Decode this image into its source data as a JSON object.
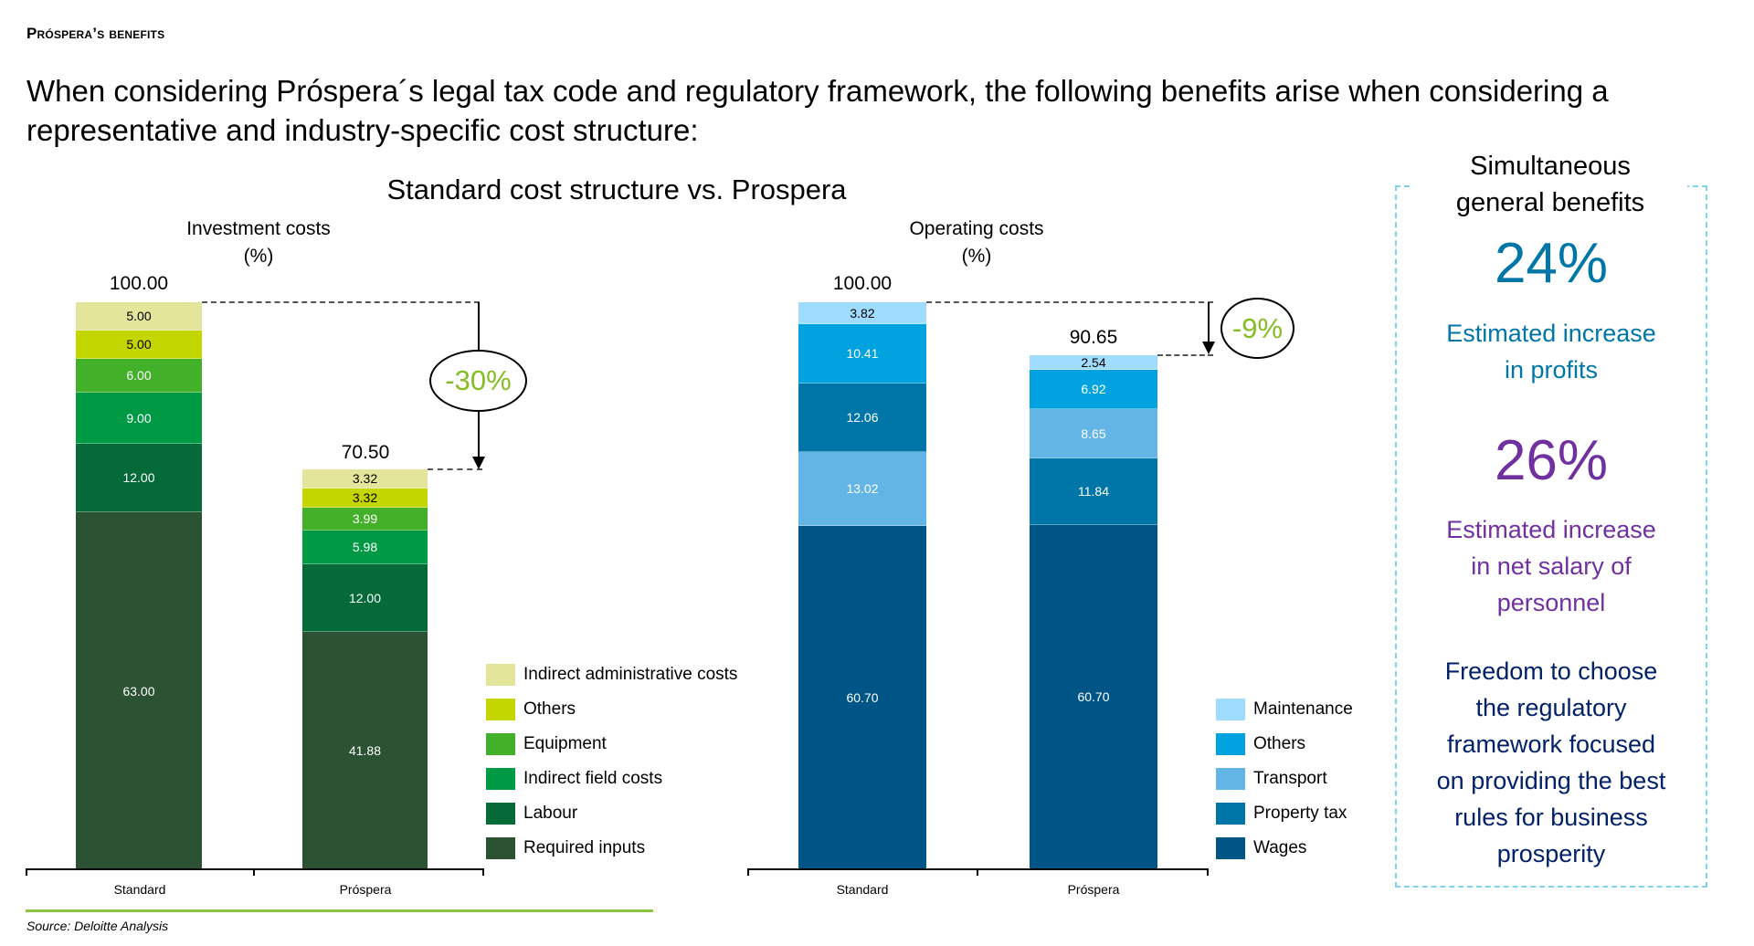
{
  "header": {
    "kicker": "Próspera’s benefits",
    "intro": "When considering Próspera´s legal tax code and regulatory framework, the following benefits arise when considering a representative and industry-specific cost structure:"
  },
  "chart_title": "Standard cost structure vs. Prospera",
  "investment": {
    "title": "Investment costs",
    "unit": "(%)",
    "totals": {
      "standard": "100.00",
      "prospera": "70.50"
    },
    "change": "-30%",
    "categories": [
      "Standard",
      "Próspera"
    ],
    "segments": {
      "standard": [
        "5.00",
        "5.00",
        "6.00",
        "9.00",
        "12.00",
        "63.00"
      ],
      "prospera": [
        "3.32",
        "3.32",
        "3.99",
        "5.98",
        "12.00",
        "41.88"
      ]
    },
    "legend": [
      {
        "label": "Indirect administrative costs",
        "color": "#E2E59A"
      },
      {
        "label": "Others",
        "color": "#C4D600"
      },
      {
        "label": "Equipment",
        "color": "#43B02A"
      },
      {
        "label": "Indirect field costs",
        "color": "#009A44"
      },
      {
        "label": "Labour",
        "color": "#046A38"
      },
      {
        "label": "Required inputs",
        "color": "#2C5234"
      }
    ]
  },
  "operating": {
    "title": "Operating costs",
    "unit": "(%)",
    "totals": {
      "standard": "100.00",
      "prospera": "90.65"
    },
    "change": "-9%",
    "categories": [
      "Standard",
      "Próspera"
    ],
    "segments": {
      "standard": [
        "3.82",
        "10.41",
        "12.06",
        "13.02",
        "60.70"
      ],
      "prospera": [
        "2.54",
        "6.92",
        "8.65",
        "11.84",
        "60.70"
      ]
    },
    "legend": [
      {
        "label": "Maintenance",
        "color": "#A0DCFF"
      },
      {
        "label": "Others",
        "color": "#00A3E0"
      },
      {
        "label": "Transport",
        "color": "#62B5E5"
      },
      {
        "label": "Property tax",
        "color": "#0076A8"
      },
      {
        "label": "Wages",
        "color": "#005587"
      }
    ]
  },
  "benefits": {
    "title_line1": "Simultaneous",
    "title_line2": "general benefits",
    "profit_pct": "24%",
    "profit_line1": "Estimated increase",
    "profit_line2": "in profits",
    "salary_pct": "26%",
    "salary_line1": "Estimated increase",
    "salary_line2": "in net salary of",
    "salary_line3": "personnel",
    "freedom_lines": [
      "Freedom to choose",
      "the regulatory",
      "framework focused",
      "on providing the best",
      "rules for business",
      "prosperity"
    ],
    "colors": {
      "profit": "#0076A8",
      "salary": "#7030A0",
      "freedom": "#012169"
    }
  },
  "source": "Source: Deloitte Analysis",
  "chart_data": [
    {
      "type": "bar",
      "stacked": true,
      "title": "Investment costs (%)",
      "categories": [
        "Standard",
        "Próspera"
      ],
      "series": [
        {
          "name": "Indirect administrative costs",
          "values": [
            5.0,
            3.32
          ]
        },
        {
          "name": "Others",
          "values": [
            5.0,
            3.32
          ]
        },
        {
          "name": "Equipment",
          "values": [
            6.0,
            3.99
          ]
        },
        {
          "name": "Indirect field costs",
          "values": [
            9.0,
            5.98
          ]
        },
        {
          "name": "Labour",
          "values": [
            12.0,
            12.0
          ]
        },
        {
          "name": "Required inputs",
          "values": [
            63.0,
            41.88
          ]
        }
      ],
      "totals": [
        100.0,
        70.5
      ],
      "annotations": [
        "-30%"
      ],
      "xlabel": "",
      "ylabel": "",
      "ylim": [
        0,
        100
      ],
      "legend_position": "right",
      "grid": false
    },
    {
      "type": "bar",
      "stacked": true,
      "title": "Operating costs (%)",
      "categories": [
        "Standard",
        "Próspera"
      ],
      "series": [
        {
          "name": "Maintenance",
          "values": [
            3.82,
            2.54
          ]
        },
        {
          "name": "Others",
          "values": [
            10.41,
            6.92
          ]
        },
        {
          "name": "Transport",
          "values": [
            13.02,
            8.65
          ]
        },
        {
          "name": "Property tax",
          "values": [
            12.06,
            11.84
          ]
        },
        {
          "name": "Wages",
          "values": [
            60.7,
            60.7
          ]
        }
      ],
      "totals": [
        100.0,
        90.65
      ],
      "annotations": [
        "-9%"
      ],
      "xlabel": "",
      "ylabel": "",
      "ylim": [
        0,
        100
      ],
      "legend_position": "right",
      "grid": false
    }
  ]
}
